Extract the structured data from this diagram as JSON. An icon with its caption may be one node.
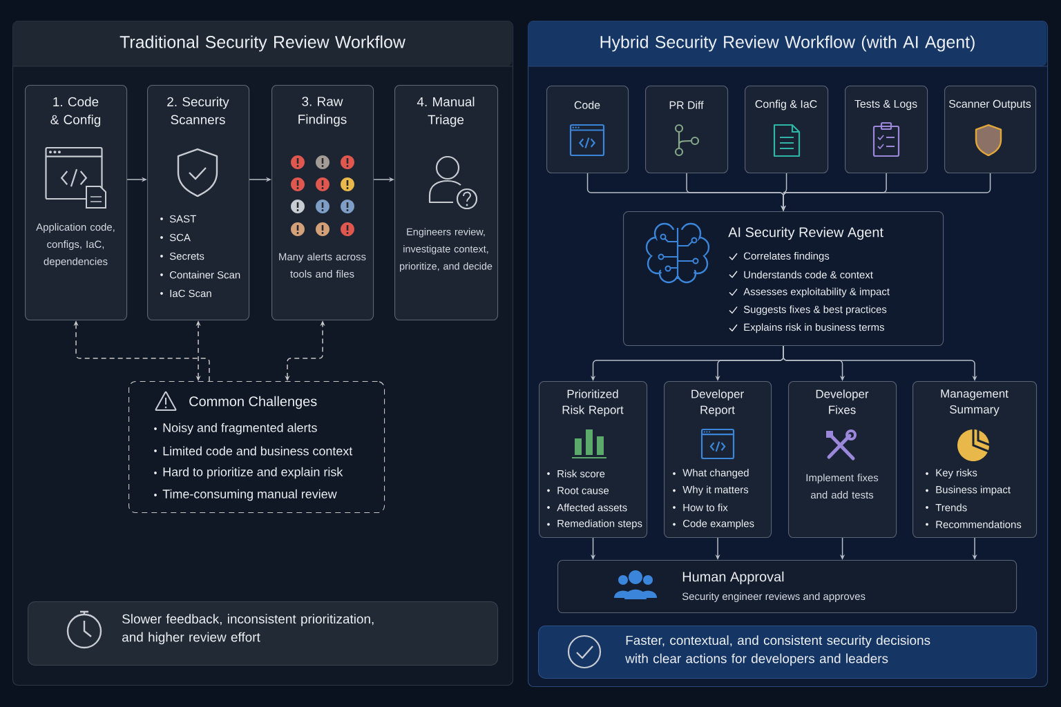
{
  "diagram": {
    "nodes": [
      {
        "text": [
          "Traditional Security Review Workflow"
        ]
      },
      {
        "text": [
          "1. Code & Config",
          "Application code, configs, IaC, dependencies"
        ],
        "in": 0
      },
      {
        "text": [
          "2. Security Scanners",
          "SAST",
          "SCA",
          "Secrets",
          "Container Scan",
          "IaC Scan"
        ],
        "in": 0
      },
      {
        "text": [
          "3. Raw Findings",
          "Many alerts across tools and files"
        ],
        "in": 0
      },
      {
        "text": [
          "4. Manual Triage",
          "Engineers review, investigate context, prioritize, and decide"
        ],
        "in": 0
      },
      {
        "text": [
          "Common Challenges",
          "Noisy and fragmented alerts",
          "Limited code and business context",
          "Hard to prioritize and explain risk",
          "Time-consuming manual review"
        ],
        "in": 0
      },
      {
        "text": [
          "Slower feedback, inconsistent prioritization, and higher review effort"
        ],
        "in": 0
      },
      {
        "text": [
          "Hybrid Security Review Workflow (with AI Agent)"
        ]
      },
      {
        "text": [
          "Code"
        ],
        "in": 7
      },
      {
        "text": [
          "PR Diff"
        ],
        "in": 7
      },
      {
        "text": [
          "Config & IaC"
        ],
        "in": 7
      },
      {
        "text": [
          "Tests & Logs"
        ],
        "in": 7
      },
      {
        "text": [
          "Scanner Outputs"
        ],
        "in": 7
      },
      {
        "text": [
          "AI Security Review Agent",
          "Correlates findings",
          "Understands code & context",
          "Assesses exploitability & impact",
          "Suggests fixes & best practices",
          "Explains risk in business terms"
        ],
        "in": 7
      },
      {
        "text": [
          "Prioritized Risk Report",
          "Risk score",
          "Root cause",
          "Affected assets",
          "Remediation steps"
        ],
        "in": 7
      },
      {
        "text": [
          "Developer Report",
          "What changed",
          "Why it matters",
          "How to fix",
          "Code examples"
        ],
        "in": 7
      },
      {
        "text": [
          "Developer Fixes",
          "Implement fixes and add tests"
        ],
        "in": 7
      },
      {
        "text": [
          "Management Summary",
          "Key risks",
          "Business impact",
          "Trends",
          "Recommendations"
        ],
        "in": 7
      },
      {
        "text": [
          "Human Approval",
          "Security engineer reviews and approves"
        ],
        "in": 7
      },
      {
        "text": [
          "Faster, contextual, and consistent security decisions with clear actions for developers and leaders"
        ],
        "in": 7
      }
    ],
    "edges": [
      {
        "from": 1,
        "to": 2,
        "arrow": "to"
      },
      {
        "from": 2,
        "to": 3,
        "arrow": "to"
      },
      {
        "from": 3,
        "to": 4,
        "arrow": "to"
      },
      {
        "from": 5,
        "to": 1,
        "arrow": "to",
        "style": "dashed"
      },
      {
        "from": 5,
        "to": 2,
        "arrow": "both",
        "style": "dashed"
      },
      {
        "from": 5,
        "to": 3,
        "arrow": "both",
        "style": "dashed"
      },
      {
        "from": 8,
        "to": 13,
        "arrow": "to"
      },
      {
        "from": 9,
        "to": 13,
        "arrow": "to"
      },
      {
        "from": 10,
        "to": 13,
        "arrow": "to"
      },
      {
        "from": 11,
        "to": 13,
        "arrow": "to"
      },
      {
        "from": 12,
        "to": 13,
        "arrow": "to"
      },
      {
        "from": 13,
        "to": 14,
        "arrow": "to"
      },
      {
        "from": 13,
        "to": 15,
        "arrow": "to"
      },
      {
        "from": 13,
        "to": 16,
        "arrow": "to"
      },
      {
        "from": 13,
        "to": 17,
        "arrow": "to"
      },
      {
        "from": 14,
        "to": 18,
        "arrow": "to"
      },
      {
        "from": 15,
        "to": 18,
        "arrow": "to"
      },
      {
        "from": 16,
        "to": 18,
        "arrow": "to"
      },
      {
        "from": 17,
        "to": 18,
        "arrow": "to"
      }
    ]
  }
}
